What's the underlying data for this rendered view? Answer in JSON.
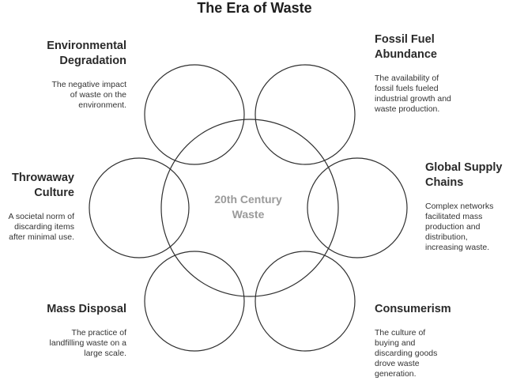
{
  "title": "The Era of Waste",
  "center": {
    "line1": "20th Century",
    "line2": "Waste"
  },
  "colors": {
    "stroke": "#2f2f2f",
    "center_text": "#9a9a9a",
    "heading": "#2a2a2a",
    "text": "#333333"
  },
  "items": [
    {
      "heading": "Environmental\nDegradation",
      "description": "The negative impact\nof waste on the\nenvironment."
    },
    {
      "heading": "Fossil Fuel\nAbundance",
      "description": "The availability of\nfossil fuels fueled\nindustrial growth and\nwaste production."
    },
    {
      "heading": "Throwaway\nCulture",
      "description": "A societal norm of\ndiscarding items\nafter minimal use."
    },
    {
      "heading": "Global Supply\nChains",
      "description": "Complex networks\nfacilitated mass\nproduction and\ndistribution,\nincreasing waste."
    },
    {
      "heading": "Mass Disposal",
      "description": "The practice of\nlandfilling waste on a\nlarge scale."
    },
    {
      "heading": "Consumerism",
      "description": "The culture of\nbuying and\ndiscarding goods\ndrove waste\ngeneration."
    }
  ]
}
